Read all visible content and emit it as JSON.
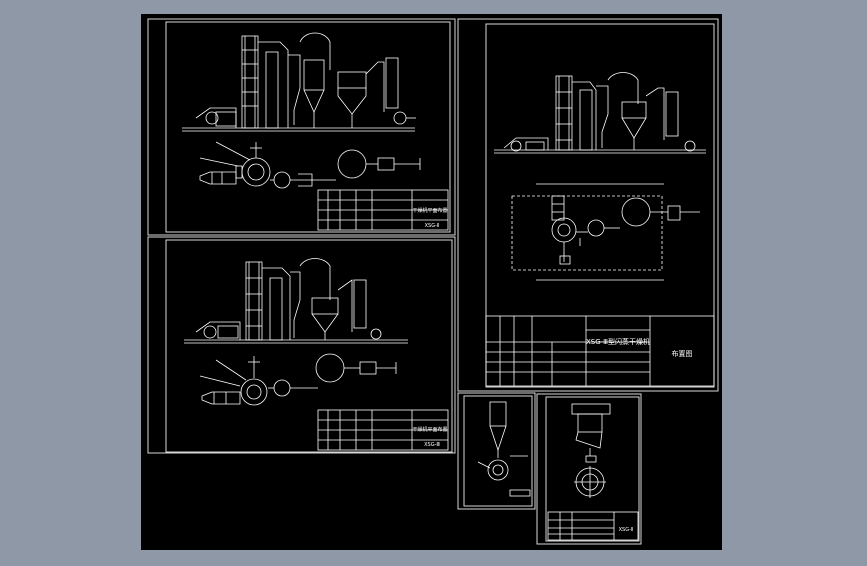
{
  "colors": {
    "background": "#8f98a7",
    "canvas": "#000000",
    "line": "#ffffff",
    "frame": "#d8d8d8"
  },
  "sheets": {
    "sheet1": {
      "stamp_title": "干燥机平面布置",
      "code": "XSG-Ⅱ"
    },
    "sheet2": {
      "stamp_title": "干燥机平面布置",
      "code": "XSG-Ⅲ"
    },
    "sheet3": {
      "product_title": "XSG-Ⅲ型闪蒸干燥机",
      "drawing_title": "布置图"
    },
    "sheet4": {},
    "sheet5": {
      "code": "XSG-Ⅱ"
    }
  }
}
